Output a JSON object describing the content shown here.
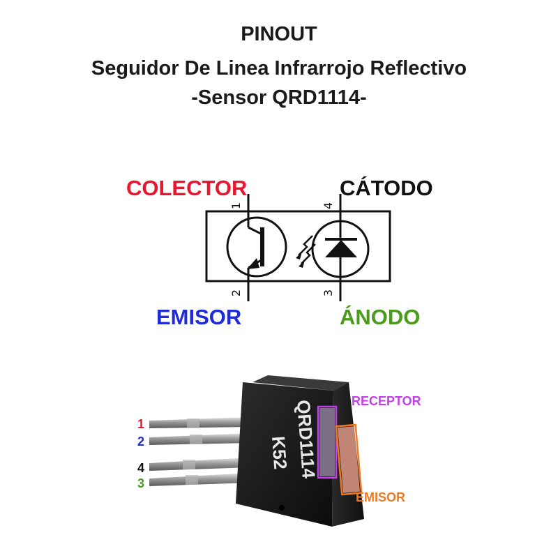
{
  "title": {
    "line1": "PINOUT",
    "line2": "Seguidor De Linea Infrarrojo Reflectivo",
    "line3": "-Sensor QRD1114-"
  },
  "schematic": {
    "labels": {
      "collector": "COLECTOR",
      "cathode": "CÁTODO",
      "emitter": "EMISOR",
      "anode": "ÁNODO"
    },
    "pin_numbers": {
      "p1": "1",
      "p2": "2",
      "p3": "3",
      "p4": "4"
    }
  },
  "photo": {
    "pin_labels": {
      "p1": "1",
      "p2": "2",
      "p4": "4",
      "p3": "3"
    },
    "part_number": "QRD1114",
    "code": "K52",
    "receptor_label": "RECEPTOR",
    "emitter_label": "EMISOR"
  },
  "colors": {
    "red": "#e8162e",
    "black": "#111111",
    "blue": "#1f2bd6",
    "green": "#4a9a1e",
    "purple": "#c040e8",
    "orange": "#f07a22"
  }
}
